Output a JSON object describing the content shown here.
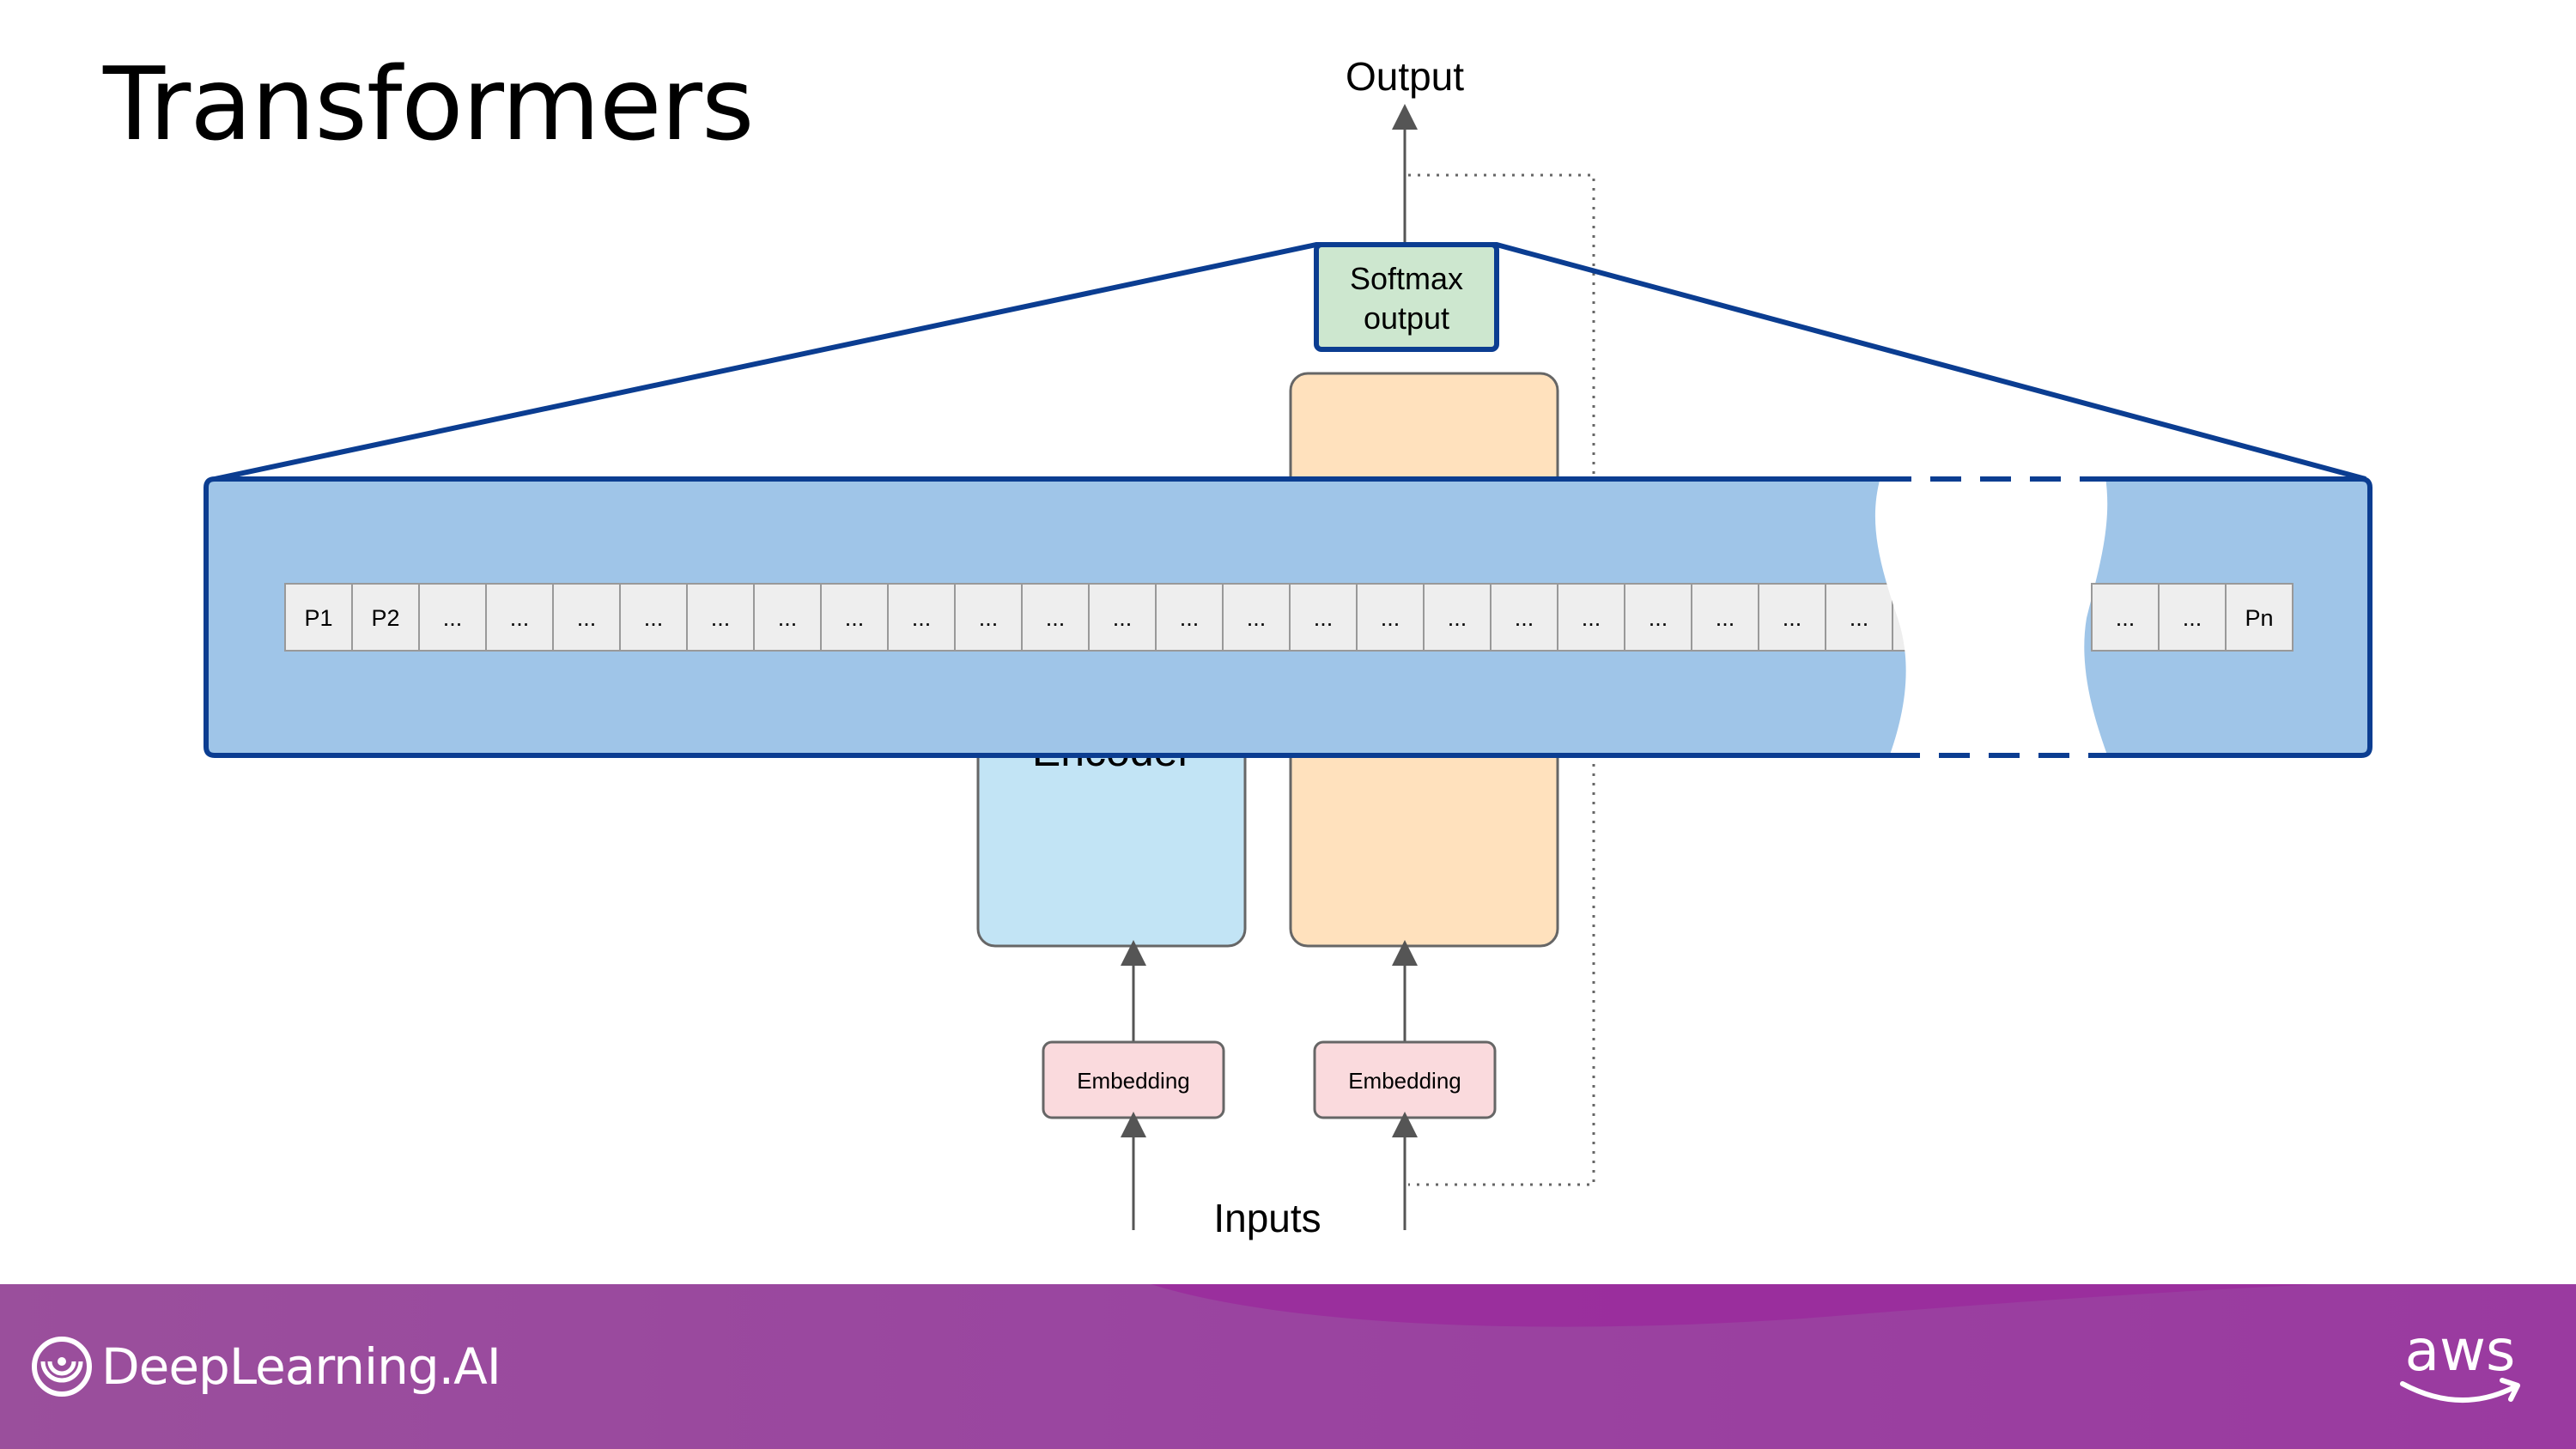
{
  "title": "Transformers",
  "labels": {
    "output": "Output",
    "softmax_line1": "Softmax",
    "softmax_line2": "output",
    "encoder": "Encoder",
    "inputs": "Inputs",
    "embedding_left": "Embedding",
    "embedding_right": "Embedding"
  },
  "sequence": {
    "cells_left": [
      "P1",
      "P2",
      "...",
      "...",
      "...",
      "...",
      "...",
      "...",
      "...",
      "...",
      "...",
      "...",
      "...",
      "...",
      "...",
      "...",
      "...",
      "...",
      "...",
      "...",
      "...",
      "...",
      "...",
      "...",
      "..."
    ],
    "cells_right": [
      "...",
      "...",
      "Pn"
    ]
  },
  "footer": {
    "brand": "DeepLearning.AI",
    "partner": "aws"
  },
  "colors": {
    "band_fill": "#9fc5e8",
    "band_border": "#0b3d91",
    "cell_fill": "#eeeeee",
    "cell_border": "#999999",
    "encoder_fill": "#c2e4f5",
    "decoder_fill": "#ffe1bd",
    "softmax_fill": "#cde7cf",
    "embedding_fill": "#fadadd",
    "arrow": "#555555",
    "footer": "#9a45a0"
  },
  "icons": [
    "deeplearning-ai-logo-icon",
    "aws-logo-icon"
  ]
}
